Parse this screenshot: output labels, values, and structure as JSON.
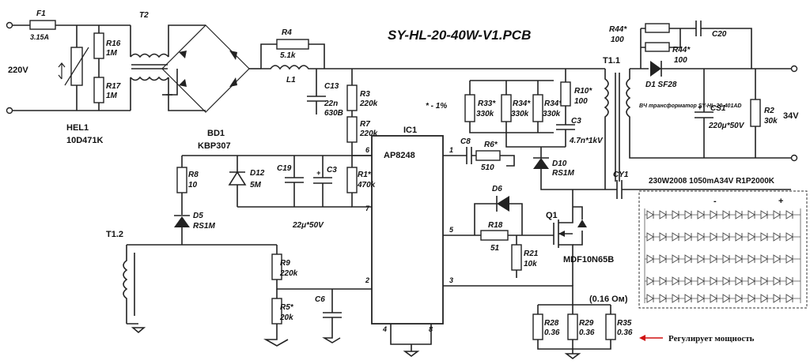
{
  "title": "SY-HL-20-40W-V1.PCB",
  "input": {
    "voltage": "220V"
  },
  "fuse": {
    "ref": "F1",
    "value": "3.15A"
  },
  "filter_transformer": {
    "ref": "T2"
  },
  "varistor": {
    "ref": "HEL1",
    "value": "10D471K"
  },
  "bridge": {
    "ref": "BD1",
    "value": "KBP307"
  },
  "ic": {
    "ref": "IC1",
    "part": "AP8248",
    "pins": [
      "1",
      "2",
      "3",
      "4",
      "5",
      "6",
      "7",
      "8"
    ]
  },
  "mosfet": {
    "ref": "Q1",
    "part": "MDF10N65B"
  },
  "output_transformer": {
    "ref": "T1.1",
    "label": "ВЧ трансформатор SY-HL-20-401AD"
  },
  "aux_winding": {
    "ref": "T1.2"
  },
  "output_voltage": "34V",
  "sense_resistance": "(0.16 Ом)",
  "annotation": "Регулирует мощность",
  "annotation_color": "#d01010",
  "led_board": {
    "label": "230W2008  1050mA34V  R1P2000K",
    "minus": "-",
    "plus": "+"
  },
  "components": {
    "R16": {
      "ref": "R16",
      "value": "1M"
    },
    "R17": {
      "ref": "R17",
      "value": "1M"
    },
    "R4": {
      "ref": "R4",
      "value": "5.1k"
    },
    "L1": {
      "ref": "L1"
    },
    "C13": {
      "ref": "C13",
      "value": "22n",
      "value2": "630B"
    },
    "R3": {
      "ref": "R3",
      "value": "220k"
    },
    "R7": {
      "ref": "R7",
      "value": "220k"
    },
    "R1": {
      "ref": "R1*",
      "value": "470k"
    },
    "R8": {
      "ref": "R8",
      "value": "10"
    },
    "D12": {
      "ref": "D12",
      "value": "5M"
    },
    "C19": {
      "ref": "C19"
    },
    "C3a": {
      "ref": "C3"
    },
    "C3a_val": "22μ*50V",
    "D5": {
      "ref": "D5",
      "value": "RS1M"
    },
    "R9": {
      "ref": "R9",
      "value": "220k"
    },
    "R5": {
      "ref": "R5*",
      "value": "20k"
    },
    "C6": {
      "ref": "C6"
    },
    "C8": {
      "ref": "C8"
    },
    "R6": {
      "ref": "R6*",
      "value": "510"
    },
    "D10": {
      "ref": "D10",
      "value": "RS1M"
    },
    "D6": {
      "ref": "D6"
    },
    "R18": {
      "ref": "R18",
      "value": "51"
    },
    "R21": {
      "ref": "R21",
      "value": "10k"
    },
    "R33": {
      "ref": "R33*",
      "value": "330k"
    },
    "R34": {
      "ref": "R34*",
      "value": "330k"
    },
    "R34b": {
      "ref": "R34*",
      "value": "330k"
    },
    "R10": {
      "ref": "R10*",
      "value": "100"
    },
    "C3b": {
      "ref": "C3",
      "value": "4.7n*1kV"
    },
    "percent": "* - 1%",
    "R44a": {
      "ref": "R44*",
      "value": "100"
    },
    "R44b": {
      "ref": "R44*",
      "value": "100"
    },
    "C20": {
      "ref": "C20"
    },
    "D1": {
      "ref": "D1 SF28"
    },
    "CS1": {
      "ref": "CS1",
      "value": "220μ*50V"
    },
    "R2": {
      "ref": "R2",
      "value": "30k"
    },
    "CY1": {
      "ref": "CY1"
    },
    "R28": {
      "ref": "R28",
      "value": "0.36"
    },
    "R29": {
      "ref": "R29",
      "value": "0.36"
    },
    "R35": {
      "ref": "R35",
      "value": "0.36"
    }
  }
}
